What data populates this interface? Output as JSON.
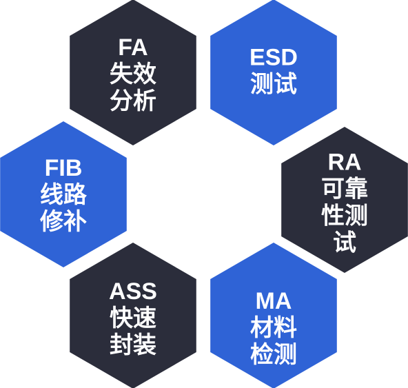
{
  "colors": {
    "dark": "#2b2d3b",
    "blue": "#2f63d6",
    "text": "#ffffff",
    "background": "#ffffff"
  },
  "nodes": [
    {
      "id": "fa",
      "lines": [
        "FA",
        "失效",
        "分析"
      ],
      "color": "dark"
    },
    {
      "id": "esd",
      "lines": [
        "ESD",
        "测试"
      ],
      "color": "blue"
    },
    {
      "id": "fib",
      "lines": [
        "FIB",
        "线路",
        "修补"
      ],
      "color": "blue"
    },
    {
      "id": "ra",
      "lines": [
        "RA",
        "可靠",
        "性测",
        "试"
      ],
      "color": "dark"
    },
    {
      "id": "ass",
      "lines": [
        "ASS",
        "快速",
        "封装"
      ],
      "color": "dark"
    },
    {
      "id": "ma",
      "lines": [
        "MA",
        "材料",
        "检测"
      ],
      "color": "blue"
    }
  ]
}
